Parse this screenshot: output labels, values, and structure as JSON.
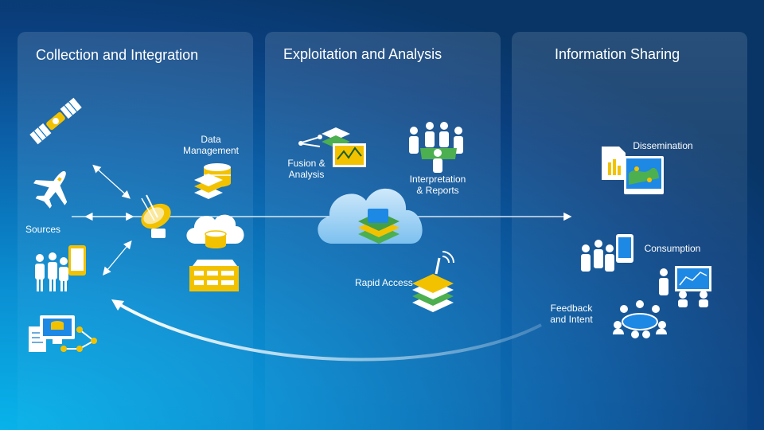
{
  "panels": {
    "collection": {
      "title": "Collection and Integration"
    },
    "exploitation": {
      "title": "Exploitation and Analysis"
    },
    "sharing": {
      "title": "Information Sharing"
    }
  },
  "labels": {
    "data_management": "Data\nManagement",
    "sources": "Sources",
    "fusion_analysis": "Fusion &\nAnalysis",
    "interpretation_reports": "Interpretation\n& Reports",
    "rapid_access": "Rapid Access",
    "dissemination": "Dissemination",
    "consumption": "Consumption",
    "feedback_intent": "Feedback\nand Intent"
  },
  "icons": [
    "satellite-icon",
    "aircraft-icon",
    "satellite-dish-icon",
    "people-mobile-icon",
    "computer-network-icon",
    "database-stack-icon",
    "layers-icon",
    "cloud-database-icon",
    "server-rack-icon",
    "workflow-map-icon",
    "people-collaboration-icon",
    "cloud-layers-icon",
    "wireless-layers-icon",
    "report-map-icon",
    "people-tablet-icon",
    "presentation-icon",
    "meeting-icon"
  ],
  "colors": {
    "accent_yellow": "#f2c200",
    "accent_green": "#4caf50",
    "icon_white": "#ffffff",
    "icon_blue": "#1e88e5"
  }
}
